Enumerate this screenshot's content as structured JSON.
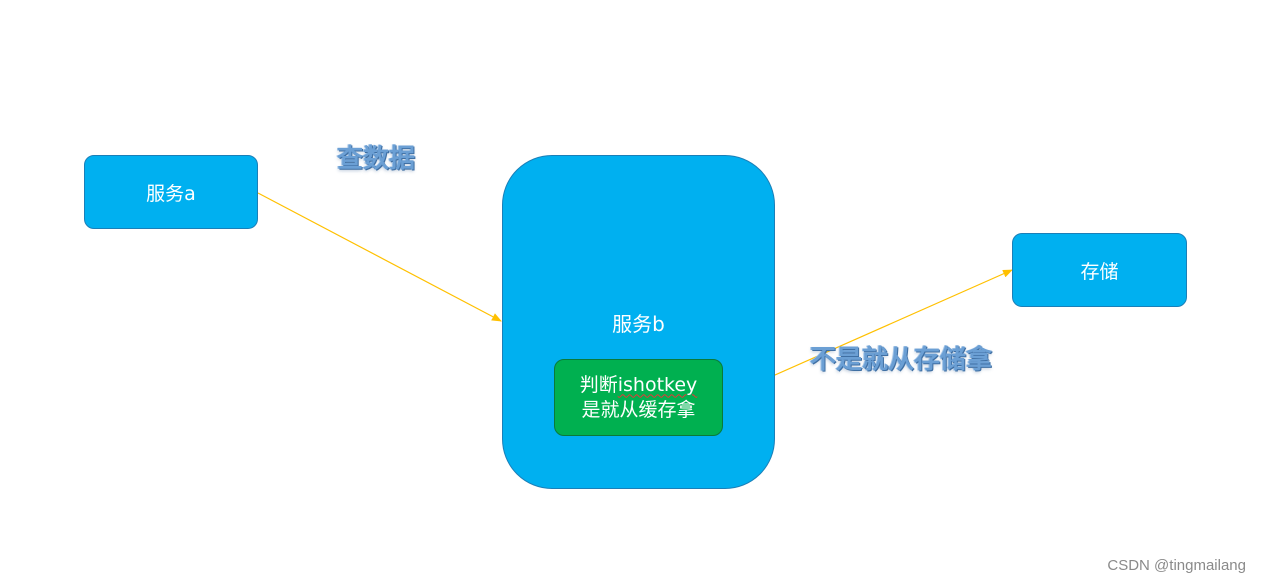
{
  "nodes": {
    "service_a": "服务a",
    "service_b": "服务b",
    "storage": "存储",
    "hotkey_check_line1_prefix": "判断",
    "hotkey_check_line1_key": "ishotkey",
    "hotkey_check_line2": "是就从缓存拿"
  },
  "annotations": {
    "query": "查数据",
    "fallback": "不是就从存储拿"
  },
  "watermark": "CSDN @tingmailang",
  "colors": {
    "box_blue": "#00b0f0",
    "box_green": "#00b050",
    "arrow": "#ffc000",
    "annotation": "#6b9fd4"
  }
}
